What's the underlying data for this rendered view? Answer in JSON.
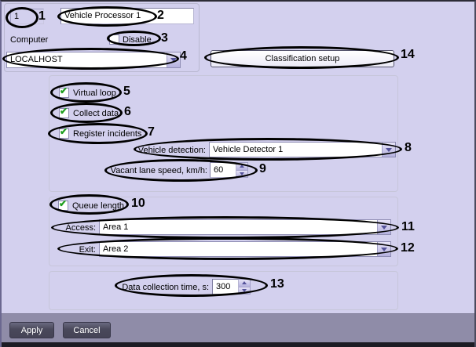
{
  "header": {
    "id_value": "1",
    "name_value": "Vehicle Processor 1",
    "computer_label": "Computer",
    "disable_label": "Disable",
    "computer_value": "LOCALHOST"
  },
  "classification": {
    "button_label": "Classification setup"
  },
  "detection": {
    "virtual_loop_label": "Virtual loop",
    "collect_data_label": "Collect data",
    "register_incidents_label": "Register incidents",
    "vehicle_detection_label": "Vehicle detection:",
    "vehicle_detection_value": "Vehicle Detector 1",
    "vacant_speed_label": "Vacant lane speed, km/h:",
    "vacant_speed_value": "60"
  },
  "queue": {
    "queue_length_label": "Queue length",
    "access_label": "Access:",
    "access_value": "Area 1",
    "exit_label": "Exit:",
    "exit_value": "Area 2"
  },
  "data_collection": {
    "label": "Data collection time, s:",
    "value": "300"
  },
  "footer": {
    "apply_label": "Apply",
    "cancel_label": "Cancel"
  },
  "callouts": [
    "1",
    "2",
    "3",
    "4",
    "5",
    "6",
    "7",
    "8",
    "9",
    "10",
    "11",
    "12",
    "13",
    "14"
  ],
  "colors": {
    "background": "#d3d0ee",
    "footer_bar": "#8f8ca8",
    "dark_button": "#49485a",
    "check_green": "#1f9e1f",
    "annotation": "#000000"
  }
}
